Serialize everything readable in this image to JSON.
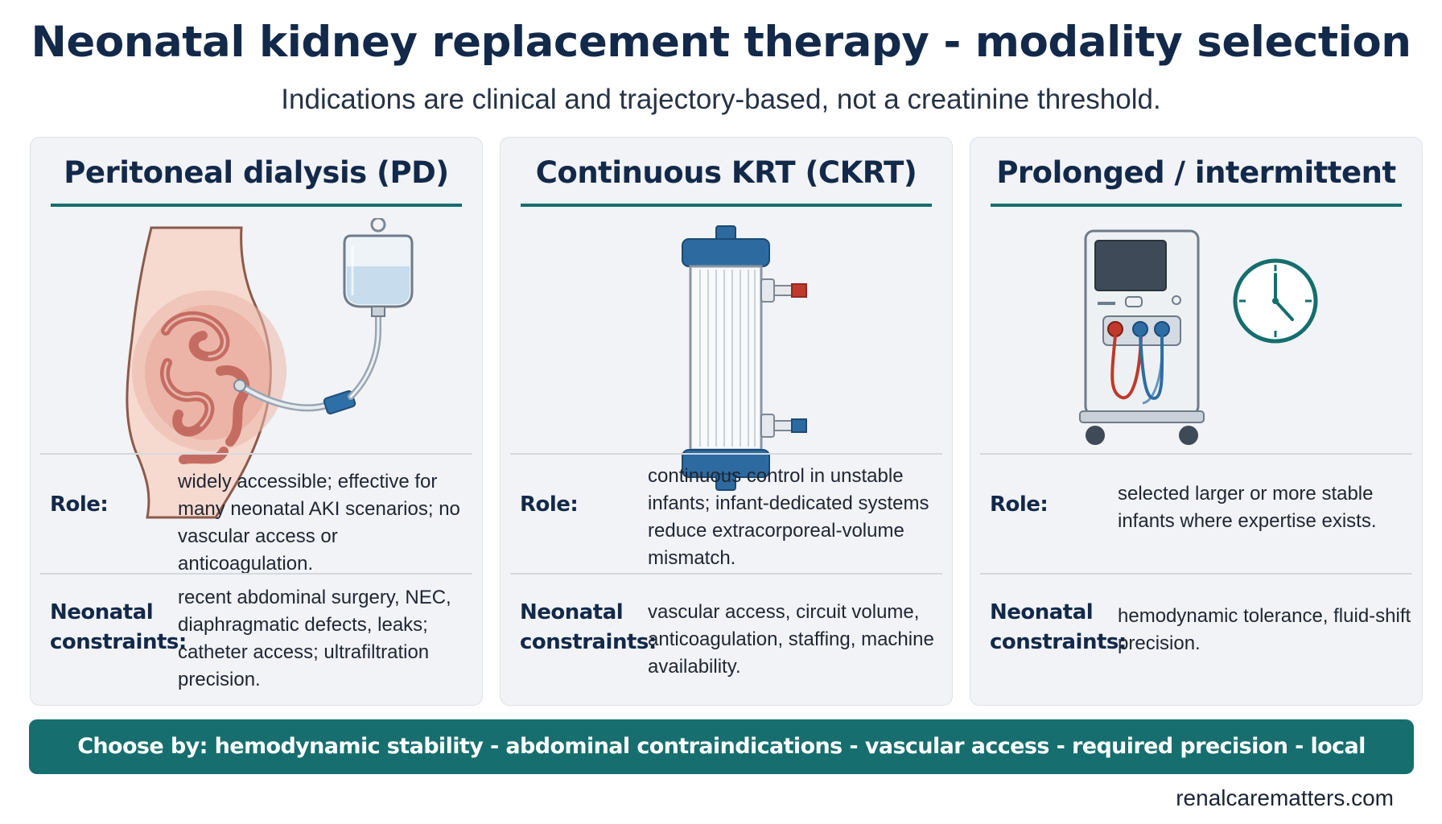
{
  "title": "Neonatal kidney replacement therapy - modality selection",
  "subtitle": "Indications are clinical and trajectory-based, not a creatinine threshold.",
  "panels": [
    {
      "title": "Peritoneal dialysis (PD)",
      "role_label": "Role:",
      "role_text": "widely accessible; effective for many neonatal AKI scenarios; no vascular access or anticoagulation.",
      "constraints_label": "Neonatal constraints:",
      "constraints_text": "recent abdominal surgery, NEC, diaphragmatic defects, leaks; catheter access; ultrafiltration precision.",
      "icon": "peritoneal-dialysis-illustration"
    },
    {
      "title": "Continuous KRT (CKRT)",
      "role_label": "Role:",
      "role_text": "continuous control in unstable infants; infant-dedicated systems reduce extracorporeal-volume mismatch.",
      "constraints_label": "Neonatal constraints:",
      "constraints_text": "vascular access, circuit volume, anticoagulation, staffing, machine availability.",
      "icon": "hemofilter-illustration"
    },
    {
      "title": "Prolonged / intermittent",
      "role_label": "Role:",
      "role_text": "selected larger or more stable infants where expertise exists.",
      "constraints_label": "Neonatal constraints:",
      "constraints_text": "hemodynamic tolerance, fluid-shift precision.",
      "icon": "dialysis-machine-and-clock-illustration"
    }
  ],
  "footer": "Choose by:  hemodynamic stability - abdominal contraindications - vascular access - required precision - local expertise.",
  "website": "renalcarematters.com",
  "colors": {
    "title": "#13294a",
    "accent_teal": "#166f6e",
    "panel_bg": "#f1f3f6",
    "blood_red": "#c0392b",
    "blood_blue": "#2e6da4"
  }
}
